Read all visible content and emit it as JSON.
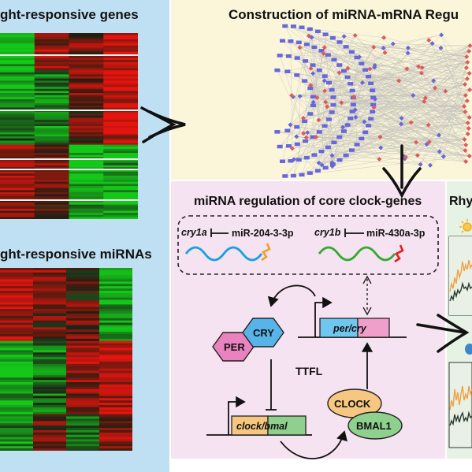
{
  "colors": {
    "left_bg": "#bfe0f2",
    "top_right_bg": "#fbf6da",
    "bottom_mid_bg": "#f6e3f1",
    "right_bg": "#e6f2e4",
    "heat_red": "#cc1111",
    "heat_green": "#22aa33",
    "node_blue": "#6666dd",
    "node_red": "#e05a5a",
    "wave_blue": "#1aa0e0",
    "wave_green": "#33aa33",
    "tail_orange": "#f0a020",
    "tail_red": "#e02020",
    "hex_pink": "#ea82bf",
    "hex_blue": "#58b4e8",
    "ellipse_orange": "#f6c780",
    "ellipse_green": "#8fd08f"
  },
  "panels": {
    "genes_title": "ght-responsive genes",
    "mirnas_title": "ght-responsive miRNAs",
    "network_title": "Construction of miRNA-mRNA Regu",
    "clock_title": "miRNA regulation of core clock-genes",
    "rhythm_title": "Rhy"
  },
  "regulation": {
    "pair1_gene": "cry1a",
    "pair1_mirna": "miR-204-3-3p",
    "pair2_gene": "cry1b",
    "pair2_mirna": "miR-430a-3p"
  },
  "clock": {
    "cry": "CRY",
    "per": "PER",
    "per_cry_box": "per/cry",
    "ttfl": "TTFL",
    "clock_bmal_box": "clock/bmal",
    "clock_protein": "CLOCK",
    "bmal_protein": "BMAL1"
  },
  "icons": [
    "sun-icon",
    "moon-icon",
    "arrow-icon"
  ]
}
